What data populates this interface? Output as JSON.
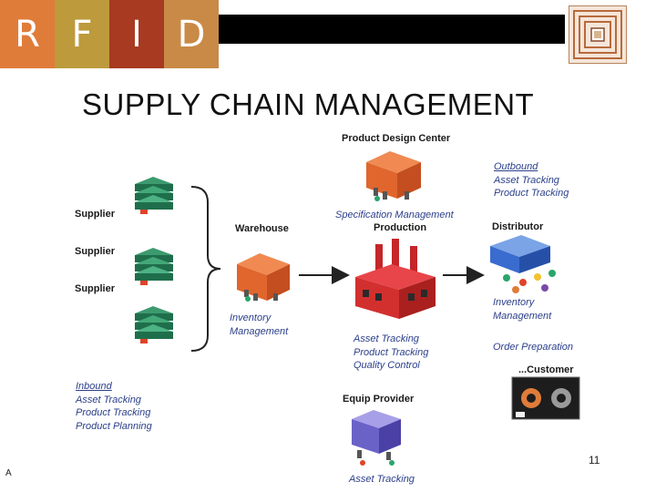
{
  "header": {
    "letters": [
      "R",
      "F",
      "I",
      "D"
    ],
    "colors": [
      "#e07c3a",
      "#bd9a3c",
      "#a73a20",
      "#c98a47"
    ]
  },
  "title": "SUPPLY CHAIN MANAGEMENT",
  "diagram": {
    "product_design_center": "Product Design Center",
    "spec_management": "Specification Management",
    "production": "Production",
    "suppliers": [
      "Supplier",
      "Supplier",
      "Supplier"
    ],
    "warehouse": "Warehouse",
    "inventory_mgmt_left": [
      "Inventory",
      "Management"
    ],
    "outbound": [
      "Outbound",
      "Asset Tracking",
      "Product Tracking"
    ],
    "distributor": "Distributor",
    "inventory_mgmt_right": [
      "Inventory",
      "Management"
    ],
    "order_preparation": "Order Preparation",
    "customer": "...Customer",
    "production_tracking": [
      "Asset Tracking",
      "Product Tracking",
      "Quality Control"
    ],
    "inbound": [
      "Inbound",
      "Asset Tracking",
      "Product Tracking",
      "Product Planning"
    ],
    "equip_provider": "Equip Provider",
    "equip_asset_tracking": "Asset Tracking"
  },
  "footer": {
    "page": "11",
    "left_mark": "A"
  }
}
